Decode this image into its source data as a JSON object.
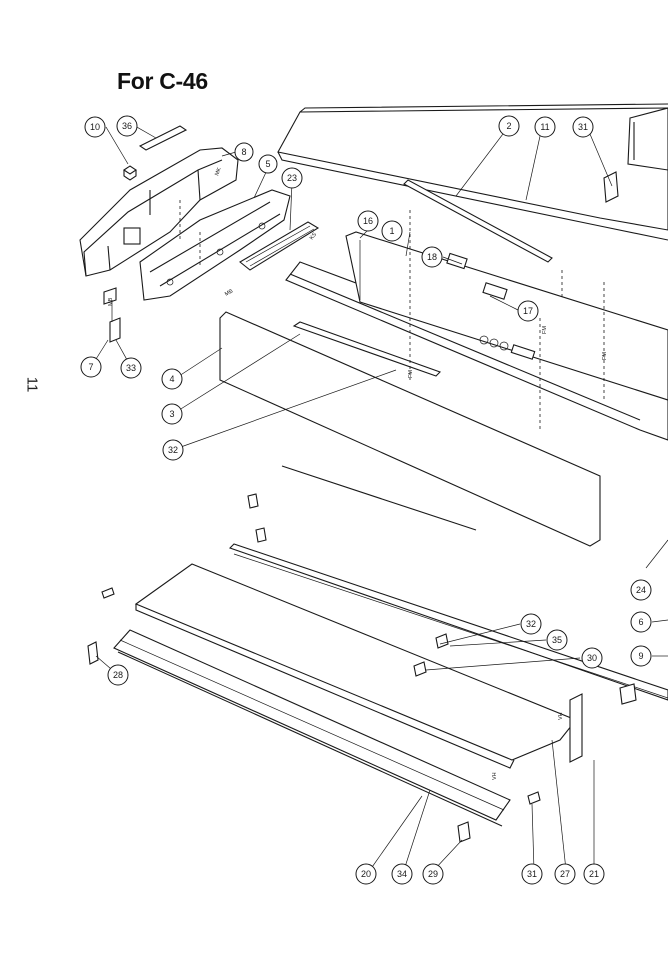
{
  "heading": "For C-46",
  "page_number": "11",
  "callouts": [
    "10",
    "36",
    "8",
    "5",
    "23",
    "2",
    "11",
    "31",
    "16",
    "1",
    "18",
    "17",
    "7",
    "33",
    "4",
    "3",
    "32",
    "24",
    "6",
    "9",
    "28",
    "32",
    "35",
    "30",
    "20",
    "34",
    "29",
    "31",
    "27",
    "21"
  ]
}
